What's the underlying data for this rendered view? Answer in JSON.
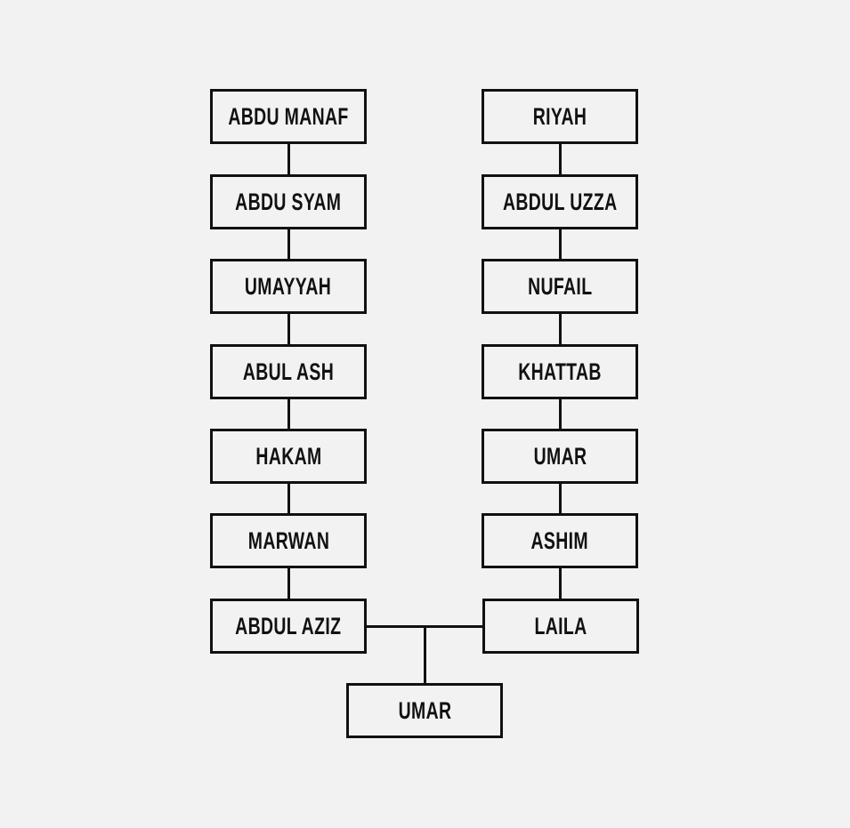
{
  "diagram": {
    "left_lineage": [
      "ABDU MANAF",
      "ABDU SYAM",
      "UMAYYAH",
      "ABUL ASH",
      "HAKAM",
      "MARWAN",
      "ABDUL AZIZ"
    ],
    "right_lineage": [
      "RIYAH",
      "ABDUL UZZA",
      "NUFAIL",
      "KHATTAB",
      "UMAR",
      "ASHIM",
      "LAILA"
    ],
    "child": "UMAR"
  },
  "colors": {
    "background": "#f2f2f2",
    "stroke": "#111111",
    "text": "#111111"
  }
}
